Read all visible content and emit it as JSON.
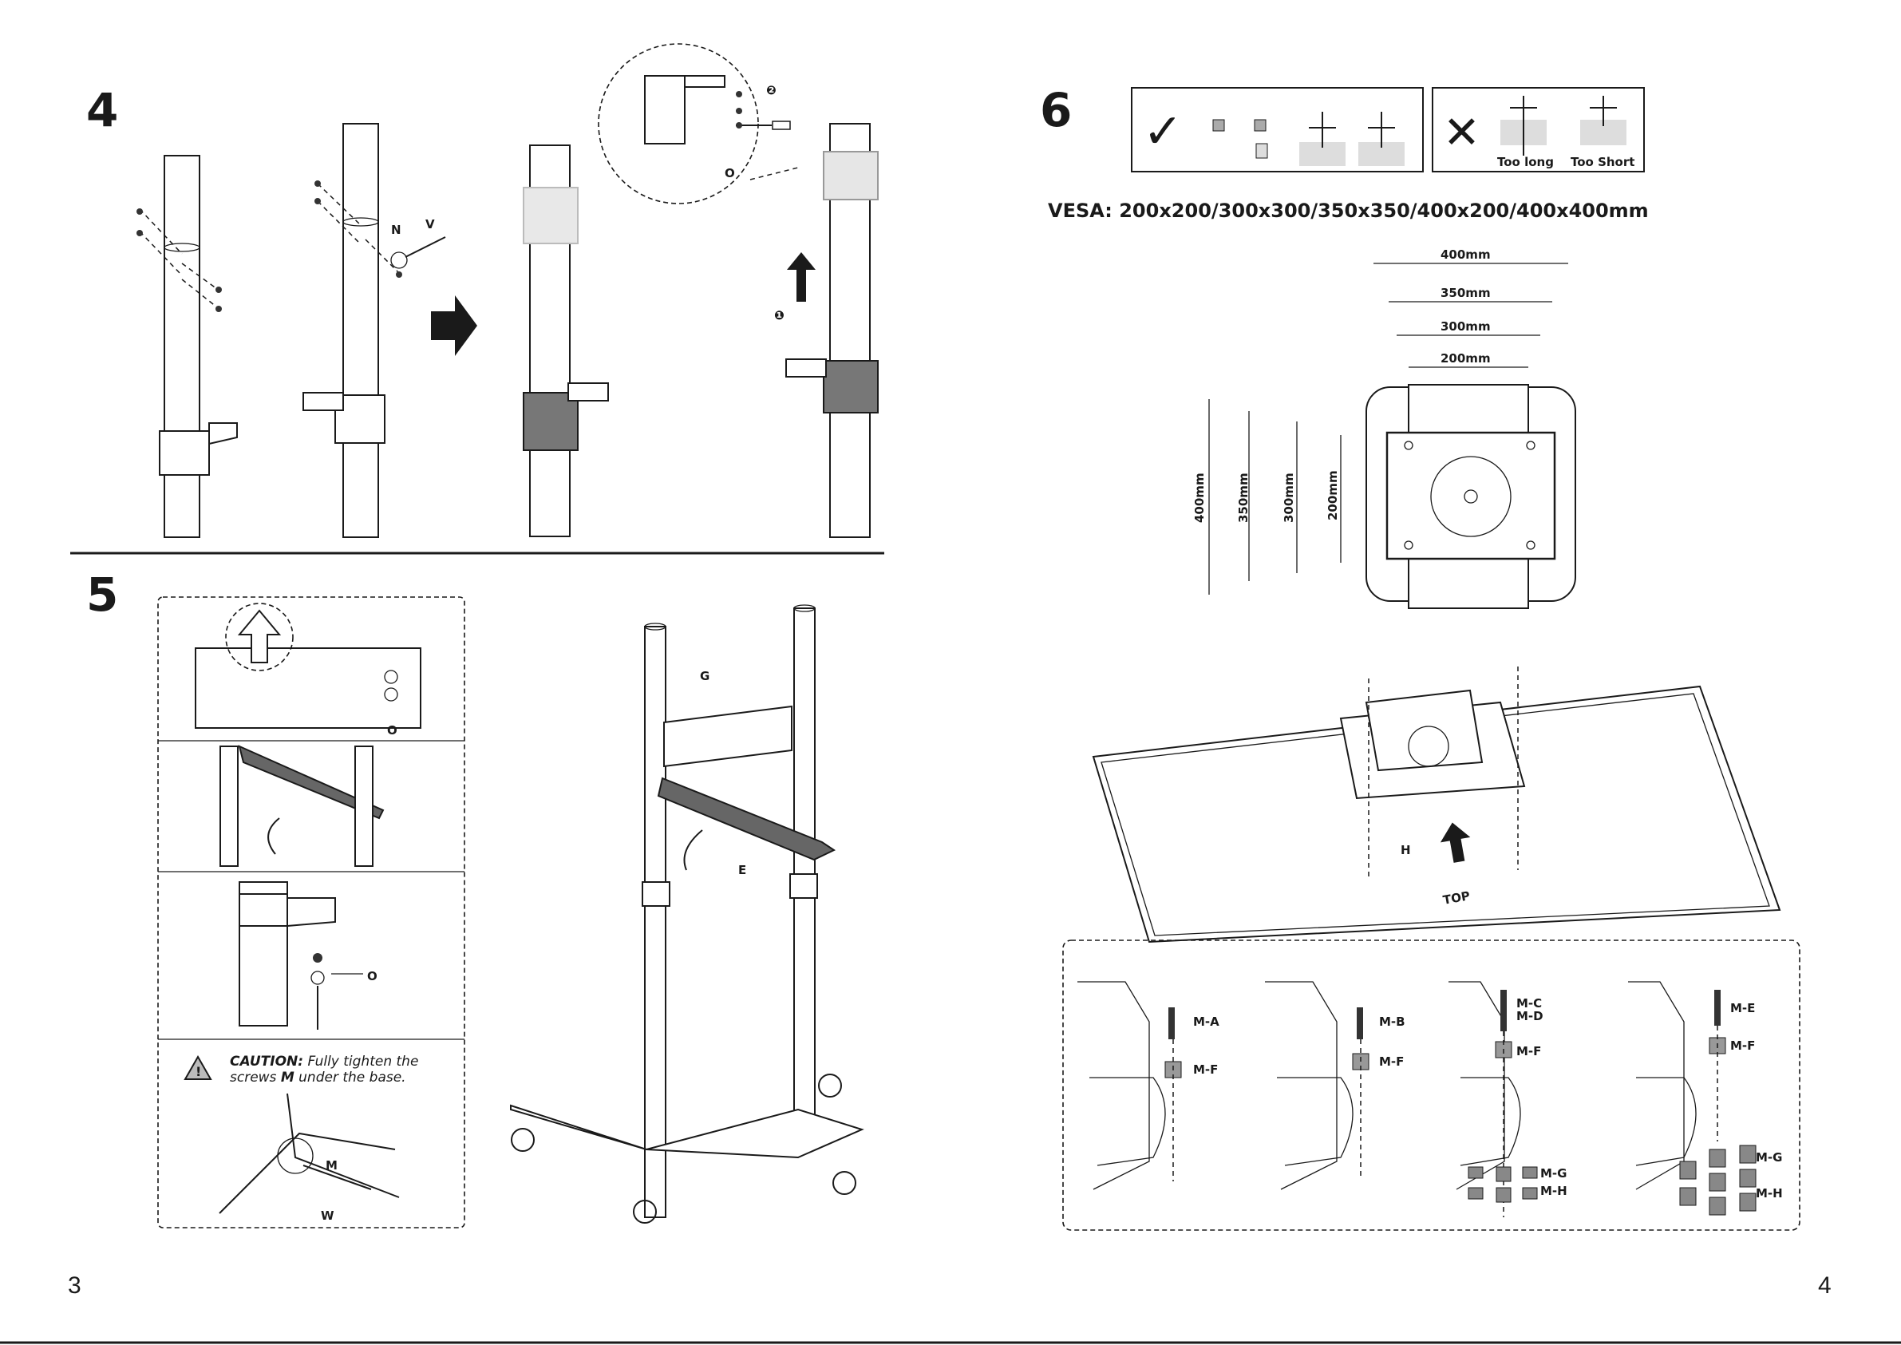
{
  "pages": {
    "left_number": "3",
    "right_number": "4"
  },
  "step4": {
    "number": "4",
    "labels": {
      "n": "N",
      "v": "V",
      "o": "O",
      "circ1": "❶",
      "circ2": "❷"
    }
  },
  "step5": {
    "number": "5",
    "labels": {
      "o_top": "O",
      "o_mid": "O",
      "g": "G",
      "e": "E",
      "m": "M",
      "w": "W"
    },
    "caution": {
      "title": "CAUTION:",
      "text_line1": " Fully tighten the",
      "text_line2_pre": "screws ",
      "text_line2_bold": "M",
      "text_line2_post": " under the base."
    }
  },
  "step6": {
    "number": "6",
    "check_mark": "✓",
    "cross_mark": "✕",
    "too_long": "Too long",
    "too_short": "Too Short",
    "vesa_line": "VESA: 200x200/300x300/350x350/400x200/400x400mm",
    "dims_horizontal": [
      "400mm",
      "350mm",
      "300mm",
      "200mm"
    ],
    "dims_vertical": [
      "400mm",
      "350mm",
      "300mm",
      "200mm"
    ],
    "labels": {
      "h": "H",
      "top": "TOP"
    },
    "hardware": {
      "a": [
        "M-A",
        "M-F"
      ],
      "b": [
        "M-B",
        "M-F"
      ],
      "c": [
        "M-C",
        "M-D",
        "M-F",
        "M-G",
        "M-H"
      ],
      "e": [
        "M-E",
        "M-F",
        "M-G",
        "M-H"
      ]
    }
  }
}
